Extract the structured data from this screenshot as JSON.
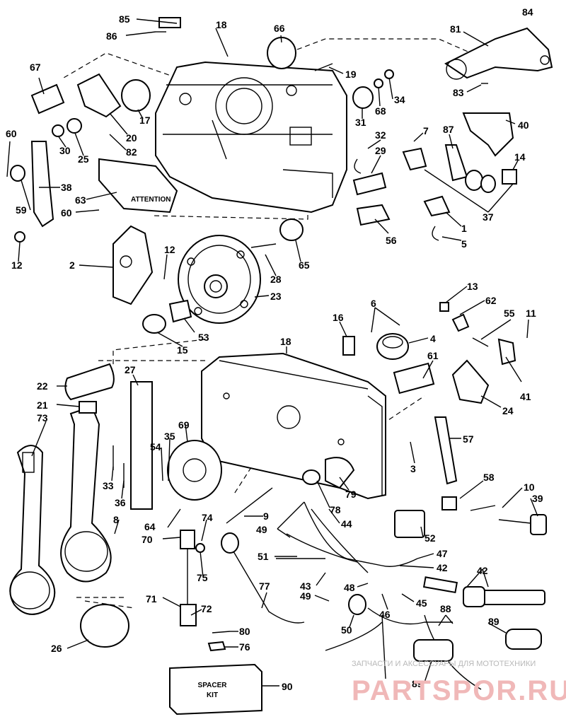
{
  "labels": [
    {
      "id": "84",
      "text": "84"
    },
    {
      "id": "85",
      "text": "85"
    },
    {
      "id": "86",
      "text": "86"
    },
    {
      "id": "18a",
      "text": "18"
    },
    {
      "id": "66",
      "text": "66"
    },
    {
      "id": "81",
      "text": "81"
    },
    {
      "id": "67",
      "text": "67"
    },
    {
      "id": "19",
      "text": "19"
    },
    {
      "id": "34",
      "text": "34"
    },
    {
      "id": "68",
      "text": "68"
    },
    {
      "id": "83",
      "text": "83"
    },
    {
      "id": "31",
      "text": "31"
    },
    {
      "id": "20",
      "text": "20"
    },
    {
      "id": "17",
      "text": "17"
    },
    {
      "id": "40",
      "text": "40"
    },
    {
      "id": "60a",
      "text": "60"
    },
    {
      "id": "82",
      "text": "82"
    },
    {
      "id": "30",
      "text": "30"
    },
    {
      "id": "25",
      "text": "25"
    },
    {
      "id": "7",
      "text": "7"
    },
    {
      "id": "87",
      "text": "87"
    },
    {
      "id": "32",
      "text": "32"
    },
    {
      "id": "29",
      "text": "29"
    },
    {
      "id": "14",
      "text": "14"
    },
    {
      "id": "38",
      "text": "38"
    },
    {
      "id": "63",
      "text": "63"
    },
    {
      "id": "59",
      "text": "59"
    },
    {
      "id": "60b",
      "text": "60"
    },
    {
      "id": "37",
      "text": "37"
    },
    {
      "id": "1",
      "text": "1"
    },
    {
      "id": "56",
      "text": "56"
    },
    {
      "id": "5",
      "text": "5"
    },
    {
      "id": "12a",
      "text": "12"
    },
    {
      "id": "2",
      "text": "2"
    },
    {
      "id": "12b",
      "text": "12"
    },
    {
      "id": "65",
      "text": "65"
    },
    {
      "id": "28",
      "text": "28"
    },
    {
      "id": "23",
      "text": "23"
    },
    {
      "id": "13",
      "text": "13"
    },
    {
      "id": "62",
      "text": "62"
    },
    {
      "id": "6",
      "text": "6"
    },
    {
      "id": "16",
      "text": "16"
    },
    {
      "id": "55",
      "text": "55"
    },
    {
      "id": "11",
      "text": "11"
    },
    {
      "id": "15",
      "text": "15"
    },
    {
      "id": "53",
      "text": "53"
    },
    {
      "id": "4",
      "text": "4"
    },
    {
      "id": "18b",
      "text": "18"
    },
    {
      "id": "61",
      "text": "61"
    },
    {
      "id": "41",
      "text": "41"
    },
    {
      "id": "22",
      "text": "22"
    },
    {
      "id": "27",
      "text": "27"
    },
    {
      "id": "24",
      "text": "24"
    },
    {
      "id": "21",
      "text": "21"
    },
    {
      "id": "73",
      "text": "73"
    },
    {
      "id": "69",
      "text": "69"
    },
    {
      "id": "35",
      "text": "35"
    },
    {
      "id": "57",
      "text": "57"
    },
    {
      "id": "54",
      "text": "54"
    },
    {
      "id": "3",
      "text": "3"
    },
    {
      "id": "33",
      "text": "33"
    },
    {
      "id": "36",
      "text": "36"
    },
    {
      "id": "79",
      "text": "79"
    },
    {
      "id": "58",
      "text": "58"
    },
    {
      "id": "10",
      "text": "10"
    },
    {
      "id": "9",
      "text": "9"
    },
    {
      "id": "78",
      "text": "78"
    },
    {
      "id": "39",
      "text": "39"
    },
    {
      "id": "64",
      "text": "64"
    },
    {
      "id": "74",
      "text": "74"
    },
    {
      "id": "8",
      "text": "8"
    },
    {
      "id": "49a",
      "text": "49"
    },
    {
      "id": "44",
      "text": "44"
    },
    {
      "id": "52",
      "text": "52"
    },
    {
      "id": "70",
      "text": "70"
    },
    {
      "id": "47",
      "text": "47"
    },
    {
      "id": "51",
      "text": "51"
    },
    {
      "id": "75",
      "text": "75"
    },
    {
      "id": "42a",
      "text": "42"
    },
    {
      "id": "42b",
      "text": "42"
    },
    {
      "id": "77",
      "text": "77"
    },
    {
      "id": "43",
      "text": "43"
    },
    {
      "id": "48",
      "text": "48"
    },
    {
      "id": "49b",
      "text": "49"
    },
    {
      "id": "45",
      "text": "45"
    },
    {
      "id": "46",
      "text": "46"
    },
    {
      "id": "71",
      "text": "71"
    },
    {
      "id": "72",
      "text": "72"
    },
    {
      "id": "88",
      "text": "88"
    },
    {
      "id": "50",
      "text": "50"
    },
    {
      "id": "89a",
      "text": "89"
    },
    {
      "id": "26",
      "text": "26"
    },
    {
      "id": "80",
      "text": "80"
    },
    {
      "id": "76",
      "text": "76"
    },
    {
      "id": "90",
      "text": "90"
    },
    {
      "id": "89b",
      "text": "89"
    }
  ],
  "decal": {
    "brand": "ATTENTION",
    "spacer_line1": "SPACER",
    "spacer_line2": "KIT"
  },
  "watermark": {
    "line1": "ЗАПЧАСТИ И АКСЕССУАРЫ ДЛЯ МОТОТЕХНИКИ",
    "line2": "PARTSPOR.RU"
  }
}
